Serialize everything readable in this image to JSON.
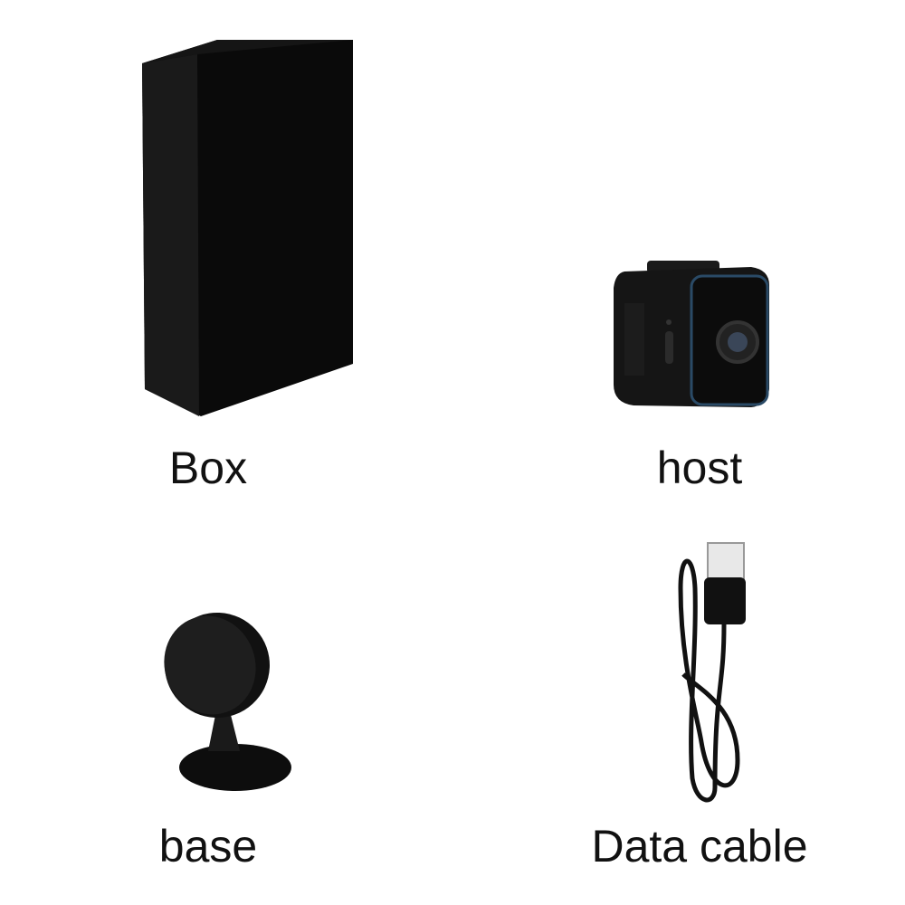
{
  "items": [
    {
      "name": "box",
      "label": "Box"
    },
    {
      "name": "host",
      "label": "host"
    },
    {
      "name": "base",
      "label": "base"
    },
    {
      "name": "data-cable",
      "label": "Data cable"
    }
  ],
  "colors": {
    "background": "#ffffff",
    "product": "#0d0d0d",
    "camera_trim": "#2a4a66"
  }
}
